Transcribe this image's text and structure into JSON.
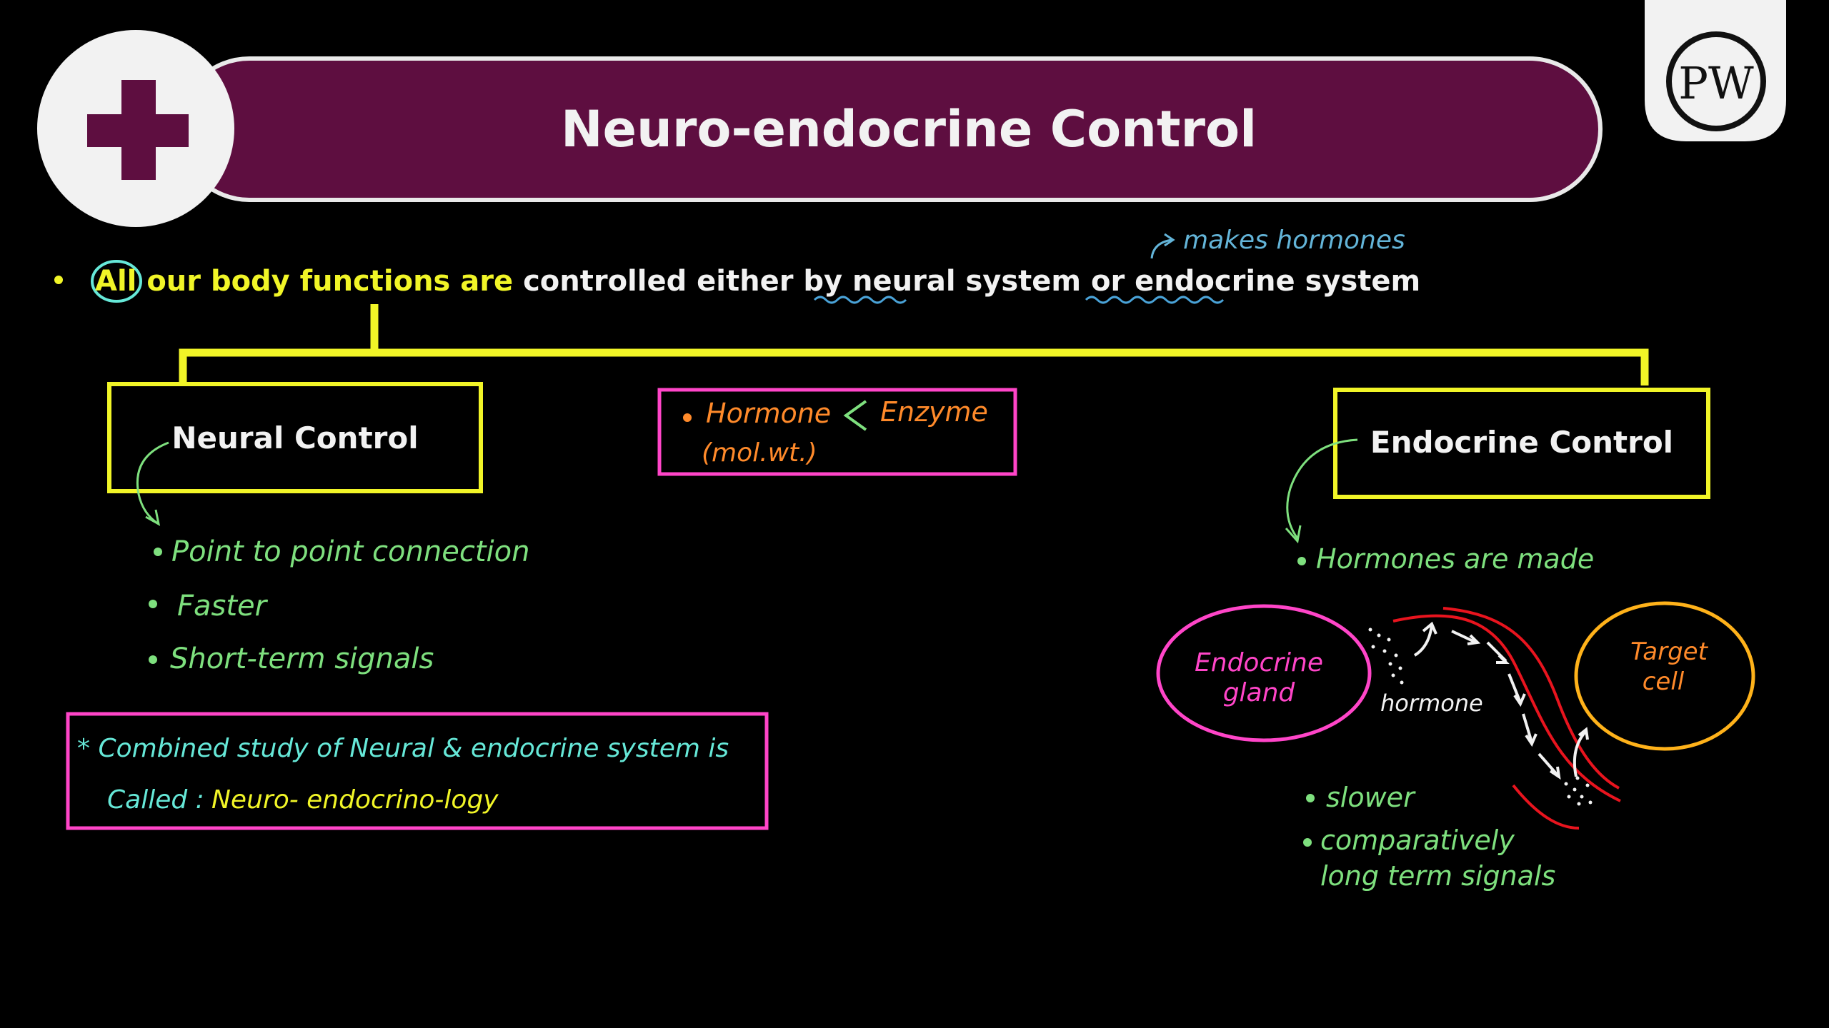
{
  "header": {
    "title": "Neuro-endocrine Control",
    "plus_icon": "medical-plus-icon",
    "logo_text": "PW"
  },
  "intro": {
    "circled_word": "All",
    "text_yellow": " our body functions are",
    "text_white_1": " controlled either by ",
    "neural": "neural",
    "text_white_2": " system or ",
    "endocrine": "endocrine",
    "text_white_3": " system",
    "annotation": "makes hormones"
  },
  "neural": {
    "title": "Neural Control",
    "points": [
      "Point to point connection",
      "Faster",
      "Short-term signals"
    ]
  },
  "middle_note": {
    "line1_a": "Hormone",
    "line1_b": "Enzyme",
    "line2": "(mol.wt.)"
  },
  "endocrine": {
    "title": "Endocrine Control",
    "point": "Hormones are made",
    "gland_label_1": "Endocrine",
    "gland_label_2": "gland",
    "target_label_1": "Target",
    "target_label_2": "cell",
    "hormone_label": "hormone",
    "points": [
      "slower",
      "comparatively",
      "long term signals"
    ]
  },
  "combined_note": {
    "line1": "* Combined study of Neural & endocrine system is",
    "line2_prefix": "Called :",
    "line2_term": "Neuro- endocrino-logy"
  },
  "colors": {
    "banner": "#5e0e40",
    "yellow": "#f1f527",
    "pink": "#ff45c8",
    "green": "#7ee07e",
    "orange": "#ff8a2a",
    "red": "#e8141e",
    "target": "#ffb21a"
  }
}
